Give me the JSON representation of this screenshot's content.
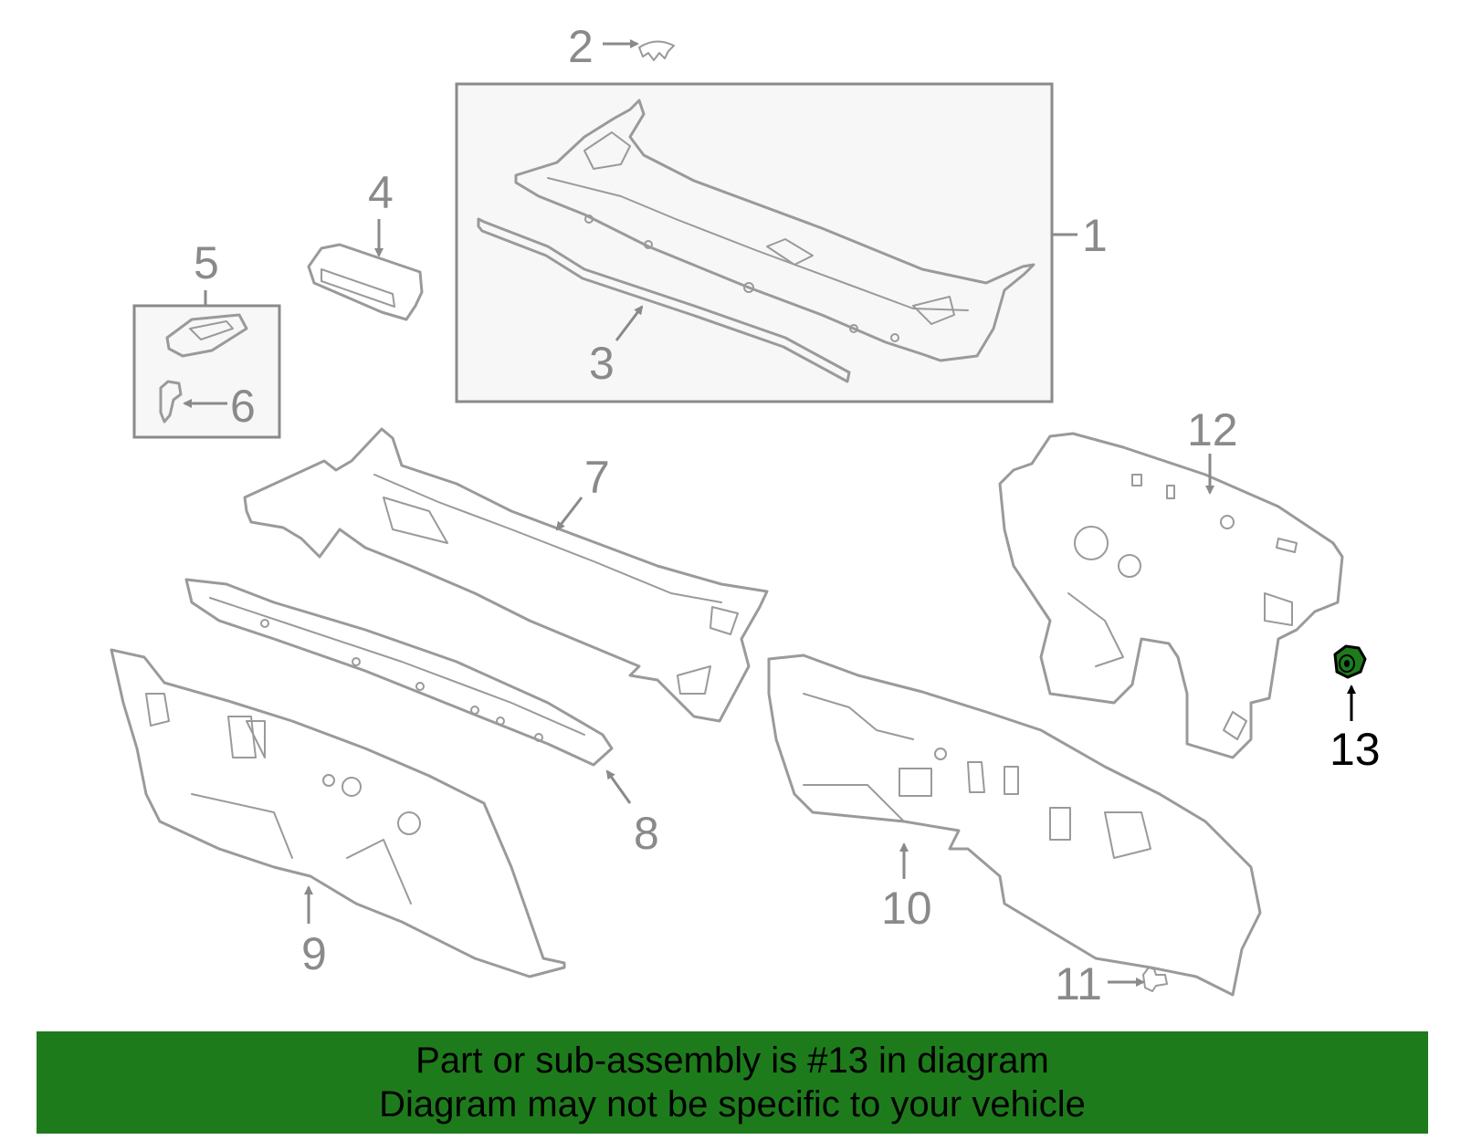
{
  "callouts": {
    "c1": "1",
    "c2": "2",
    "c3": "3",
    "c4": "4",
    "c5": "5",
    "c6": "6",
    "c7": "7",
    "c8": "8",
    "c9": "9",
    "c10": "10",
    "c11": "11",
    "c12": "12",
    "c13": "13"
  },
  "highlight": {
    "part": "13",
    "color": "#1e7b1c"
  },
  "banner": {
    "line1": "Part or sub-assembly is #13 in diagram",
    "line2": "Diagram may not be specific to your vehicle",
    "background": "#1e7b1c"
  }
}
